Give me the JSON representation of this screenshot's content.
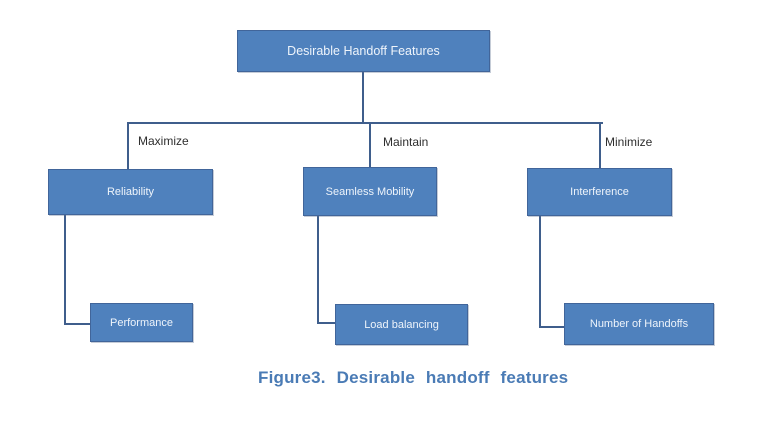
{
  "diagram": {
    "root": {
      "label": "Desirable Handoff Features"
    },
    "branches": [
      {
        "edge_label": "Maximize",
        "feature": "Reliability",
        "metric": "Performance"
      },
      {
        "edge_label": "Maintain",
        "feature": "Seamless Mobility",
        "metric": "Load balancing"
      },
      {
        "edge_label": "Minimize",
        "feature": "Interference",
        "metric": "Number of Handoffs"
      }
    ],
    "caption": "Figure3. Desirable handoff features"
  },
  "colors": {
    "node_fill": "#4f81bd",
    "node_border": "#41659a",
    "connector_line": "#3f5e8c",
    "node_text": "#eef4fb",
    "edge_label_text": "#2e2e2e",
    "caption_text": "#4a7bb5",
    "background": "#ffffff"
  }
}
